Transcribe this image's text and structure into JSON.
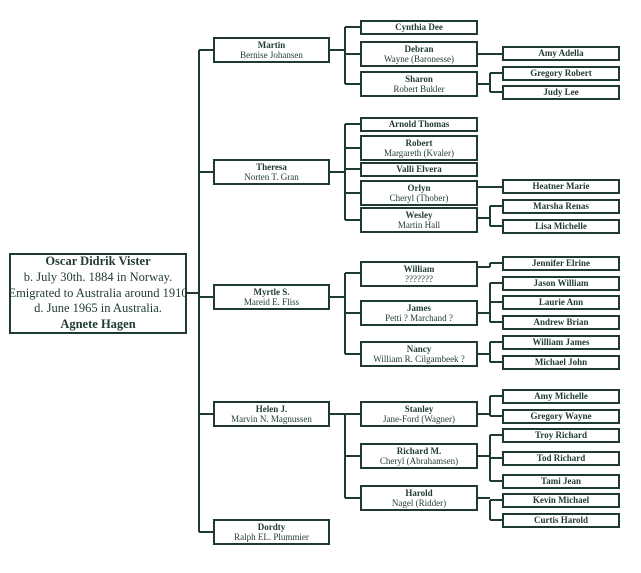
{
  "root": {
    "name": "Oscar Didrik Vister",
    "lines": [
      "b. July 30th. 1884 in Norway.",
      "Emigrated to Australia around 1910",
      "d. June 1965 in Australia."
    ],
    "spouse": "Agnete Hagen"
  },
  "children": [
    {
      "name": "Martin",
      "spouse": "Bernise Johansen",
      "children": [
        {
          "name": "Cynthia Dee"
        },
        {
          "name": "Debran",
          "spouse": "Wayne (Baronesse)",
          "children": [
            {
              "name": "Amy Adella"
            }
          ]
        },
        {
          "name": "Sharon",
          "spouse": "Robert Bukler",
          "children": [
            {
              "name": "Gregory Robert"
            },
            {
              "name": "Judy Lee"
            }
          ]
        }
      ]
    },
    {
      "name": "Theresa",
      "spouse": "Norten T. Gran",
      "children": [
        {
          "name": "Arnold Thomas"
        },
        {
          "name": "Robert",
          "spouse": "Margareth (Kvaler)"
        },
        {
          "name": "Valli Elvera"
        },
        {
          "name": "Orlyn",
          "spouse": "Cheryl (Thober)",
          "children": [
            {
              "name": "Heatner Marie"
            }
          ]
        },
        {
          "name": "Wesley",
          "spouse": "Martin Hall",
          "children": [
            {
              "name": "Marsha Renas"
            },
            {
              "name": "Lisa Michelle"
            }
          ]
        }
      ]
    },
    {
      "name": "Myrtle S.",
      "spouse": "Mareid E. Fliss",
      "children": [
        {
          "name": "William",
          "spouse": "???????",
          "children": [
            {
              "name": "Jennifer Elrine"
            }
          ]
        },
        {
          "name": "James",
          "spouse": "Petti ? Marchand ?",
          "children": [
            {
              "name": "Jason William"
            },
            {
              "name": "Laurie Ann"
            },
            {
              "name": "Andrew Brian"
            }
          ]
        },
        {
          "name": "Nancy",
          "spouse": "William R. Cilgambeek ?",
          "children": [
            {
              "name": "William James"
            },
            {
              "name": "Michael John"
            }
          ]
        }
      ]
    },
    {
      "name": "Helen J.",
      "spouse": "Marvin N. Magnussen",
      "children": [
        {
          "name": "Stanley",
          "spouse": "Jane-Ford (Wagner)",
          "children": [
            {
              "name": "Amy Michelle"
            },
            {
              "name": "Gregory Wayne"
            }
          ]
        },
        {
          "name": "Richard M.",
          "spouse": "Cheryl (Abrahamsen)",
          "children": [
            {
              "name": "Troy Richard"
            },
            {
              "name": "Tod Richard"
            },
            {
              "name": "Tami Jean"
            }
          ]
        },
        {
          "name": "Harold",
          "spouse": "Nagel (Ridder)",
          "children": [
            {
              "name": "Kevin Michael"
            },
            {
              "name": "Curtis Harold"
            }
          ]
        }
      ]
    },
    {
      "name": "Dordty",
      "spouse": "Ralph EL. Plummier"
    }
  ]
}
